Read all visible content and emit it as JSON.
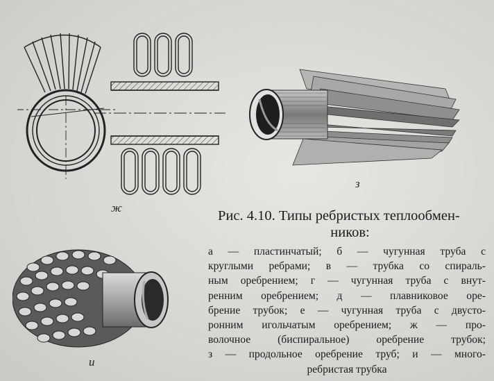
{
  "figure": {
    "labels": {
      "zh": "ж",
      "z": "з",
      "i": "и"
    },
    "caption_title_line1": "Рис. 4.10. Типы ребристых теплообмен-",
    "caption_title_line2": "ников:",
    "caption_lines": [
      "а — пластинчатый; б — чугунная труба с",
      "круглыми ребрами; в — трубка со спираль-",
      "ным оребрением; г — чугунная труба с внут-",
      "ренним оребрением; д — плавниковое оре-",
      "брение трубок; е — чугунная труба с двусто-",
      "ронним игольчатым оребрением; ж — про-",
      "волочное (биспиральное) оребрение трубок;",
      "з — продольное оребрение труб; и — много-",
      "ребристая трубка"
    ]
  },
  "colors": {
    "paper": "#d9d9d7",
    "ink": "#1b1b1b"
  }
}
